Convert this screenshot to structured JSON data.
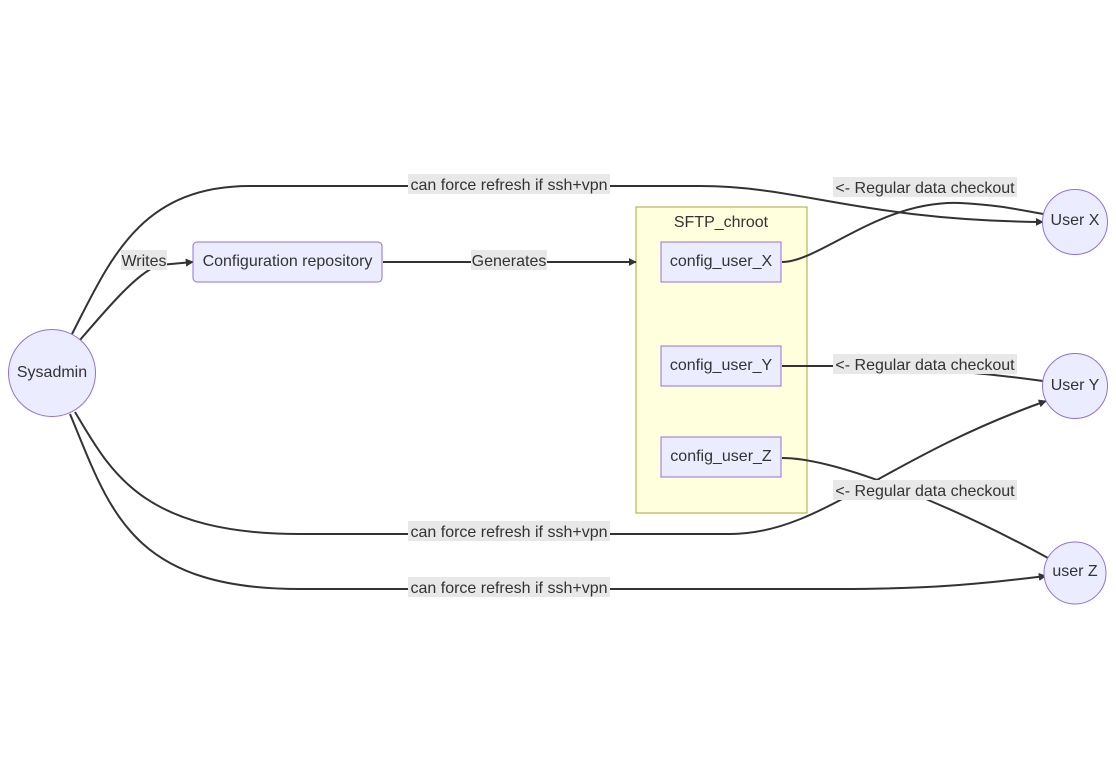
{
  "diagram": {
    "type": "flowchart",
    "nodes": {
      "sysadmin": "Sysadmin",
      "config_repo": "Configuration repository",
      "cluster": "SFTP_chroot",
      "config_x": "config_user_X",
      "config_y": "config_user_Y",
      "config_z": "config_user_Z",
      "user_x": "User X",
      "user_y": "User Y",
      "user_z": "user Z"
    },
    "edges": {
      "writes": "Writes",
      "generates": "Generates",
      "refresh_x": "can force refresh if ssh+vpn",
      "refresh_y": "can force refresh if ssh+vpn",
      "refresh_z": "can force refresh if ssh+vpn",
      "checkout_x": "<- Regular data checkout",
      "checkout_y": "<- Regular data checkout",
      "checkout_z": "<- Regular data checkout"
    },
    "colors": {
      "node_fill": "#ECECFF",
      "node_stroke": "#9370DB",
      "cluster_fill": "#ffffde",
      "cluster_stroke": "#aaaa33",
      "edge": "#333333",
      "label_bg": "#e8e8e8"
    }
  }
}
